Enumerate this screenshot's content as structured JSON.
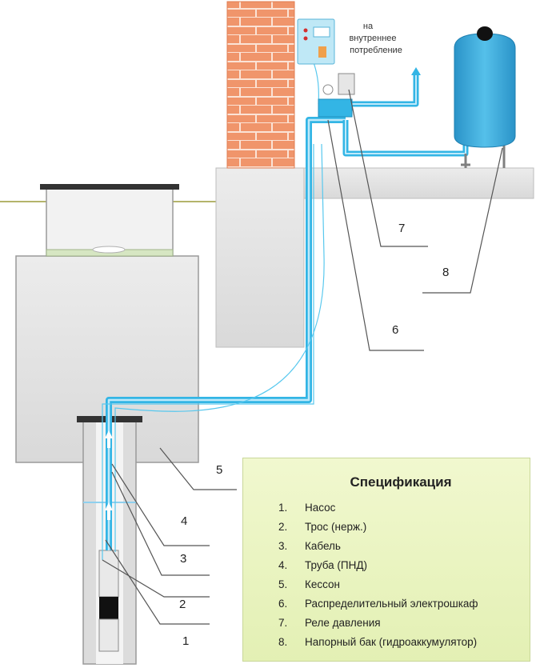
{
  "note": {
    "line1": "на",
    "line2": "внутреннее",
    "line3": "потребление"
  },
  "callouts": [
    "1",
    "2",
    "3",
    "4",
    "5",
    "6",
    "7",
    "8"
  ],
  "spec": {
    "title": "Спецификация",
    "items": [
      {
        "num": "1.",
        "label": "Насос"
      },
      {
        "num": "2.",
        "label": "Трос (нерж.)"
      },
      {
        "num": "3.",
        "label": "Кабель"
      },
      {
        "num": "4.",
        "label": "Труба (ПНД)"
      },
      {
        "num": "5.",
        "label": "Кессон"
      },
      {
        "num": "6.",
        "label": "Распределительный электрошкаф"
      },
      {
        "num": "7.",
        "label": "Реле давления"
      },
      {
        "num": "8.",
        "label": "Напорный бак (гидроаккумулятор)"
      }
    ]
  },
  "colors": {
    "pipe": "#33b5e5",
    "brick": "#f0956b",
    "ground": "#e6e6e6",
    "tank": "#3aa7d9"
  }
}
